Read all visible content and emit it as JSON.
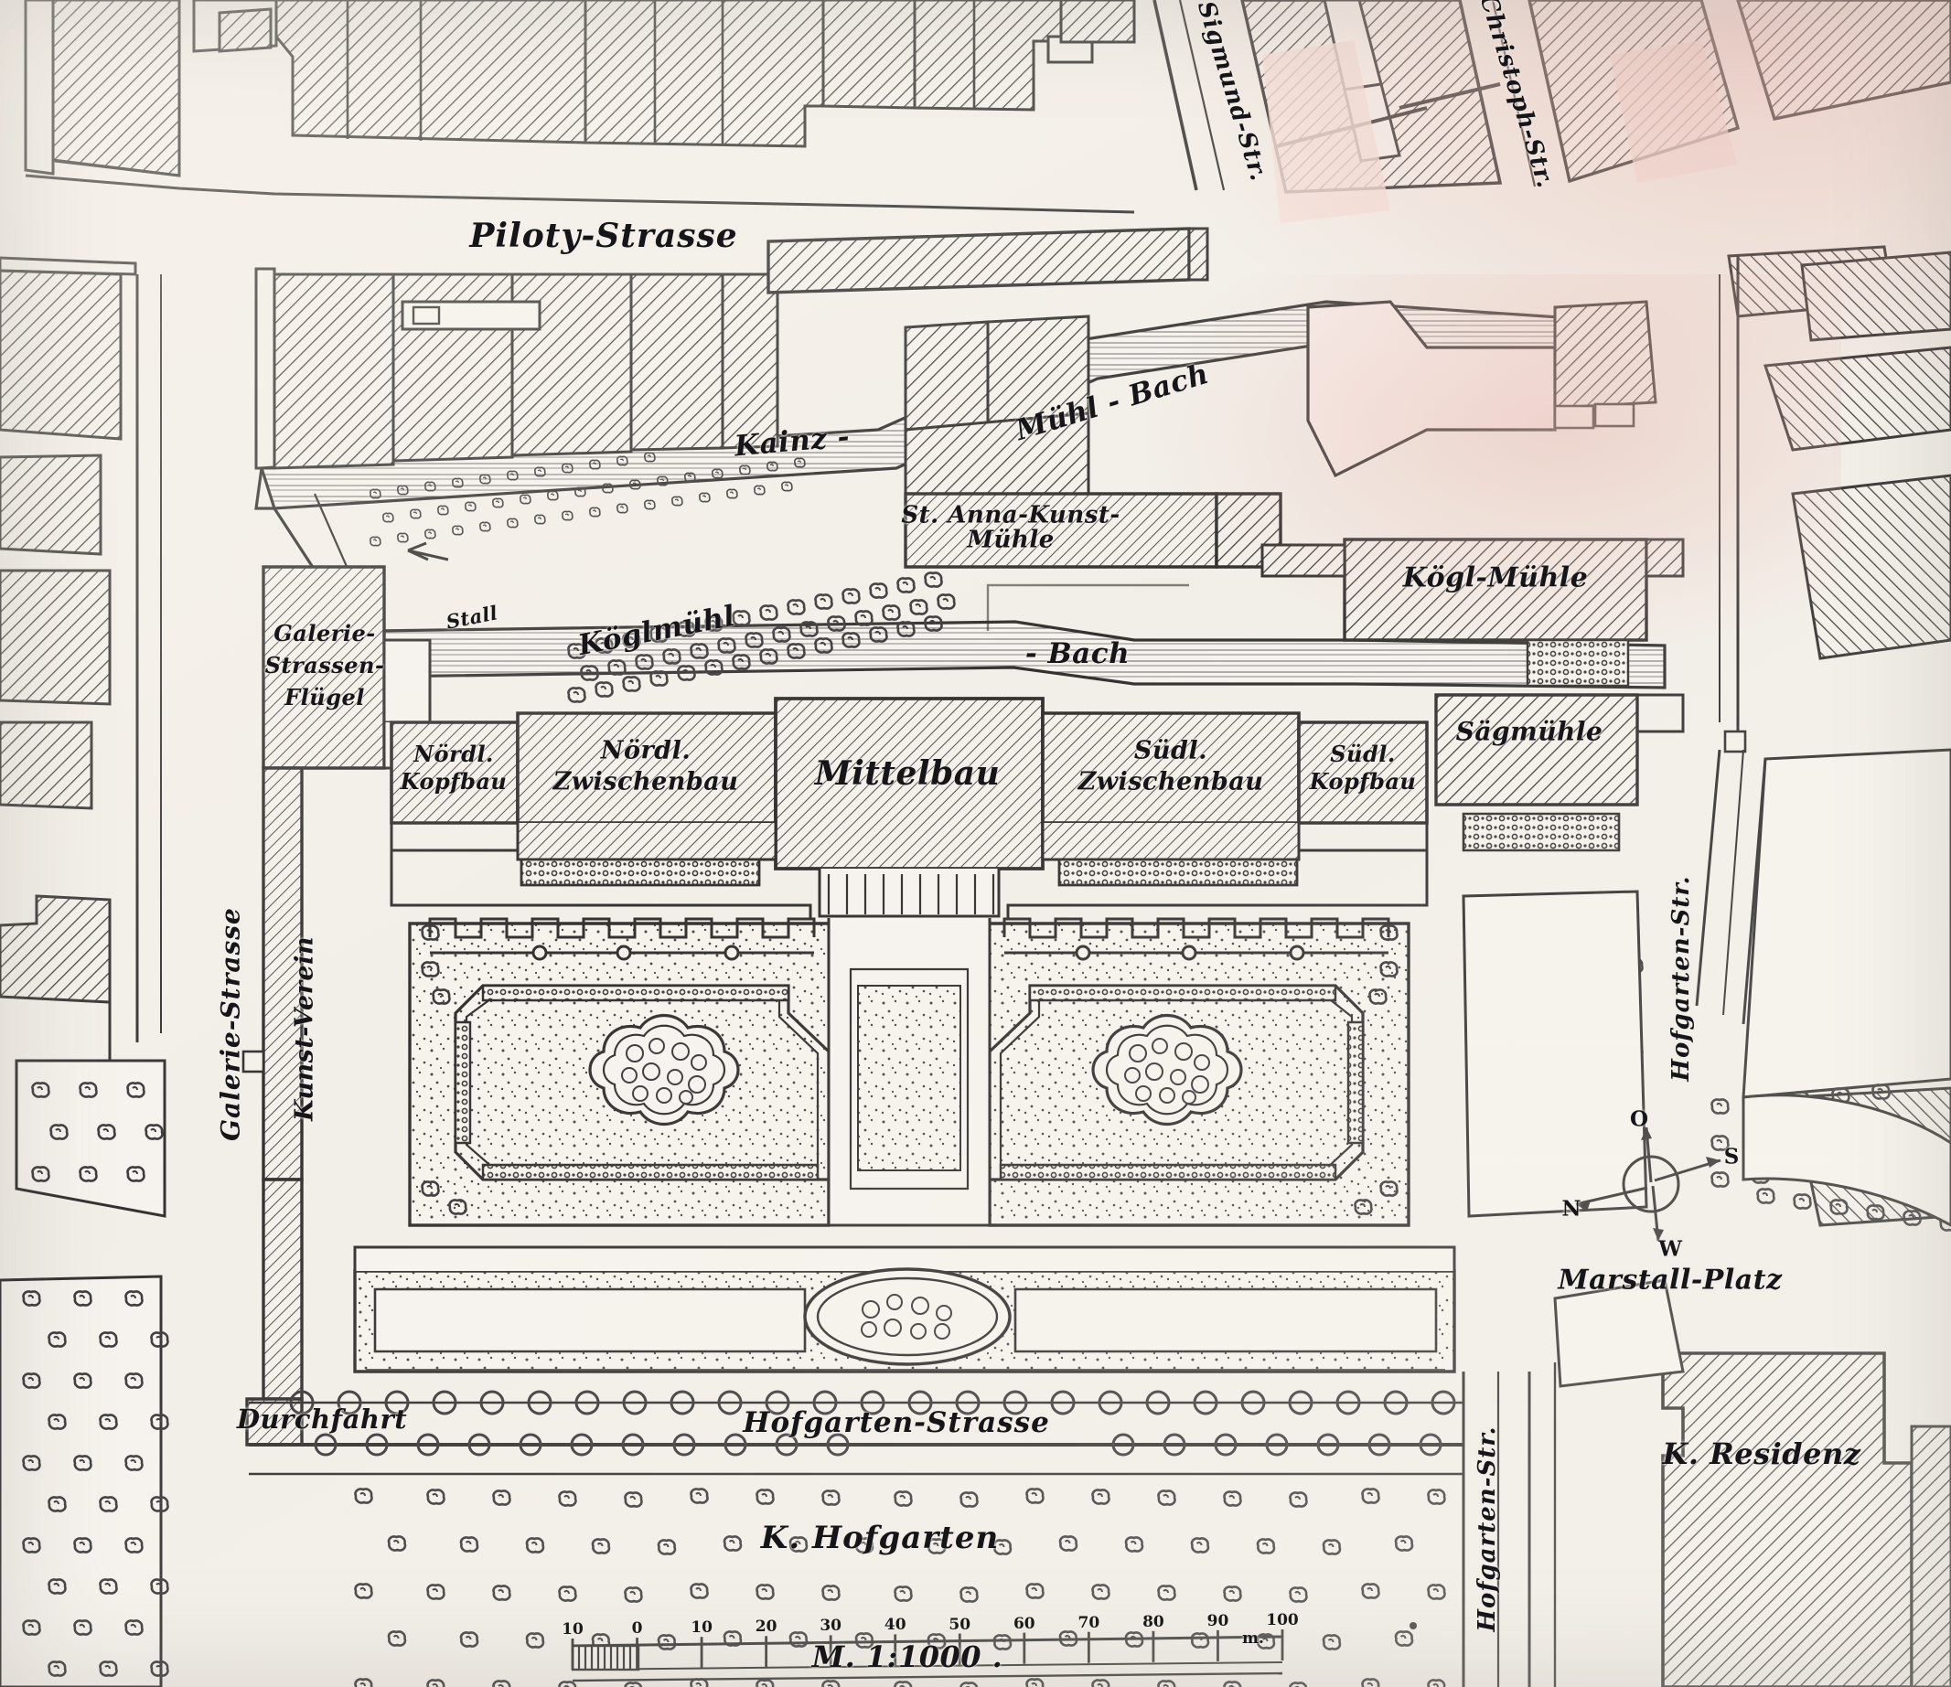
{
  "map": {
    "title_caption": "M. 1:1000 .",
    "scale_text": "M. 1:1000 .",
    "paper_color": "#f2efe9",
    "ink_color": "#16161a",
    "tint_color": "#e2aaa0"
  },
  "streets": [
    {
      "name": "street-piloty",
      "label": "Piloty-Strasse",
      "orientation": "horizontal"
    },
    {
      "name": "street-sigmund",
      "label": "Sigmund-Str.",
      "orientation": "diagonal"
    },
    {
      "name": "street-christoph",
      "label": "Christoph-Str.",
      "orientation": "diagonal"
    },
    {
      "name": "street-galerie",
      "label": "Galerie-Strasse",
      "orientation": "vertical"
    },
    {
      "name": "street-hofgarten-e",
      "label": "Hofgarten-Str.",
      "orientation": "vertical"
    },
    {
      "name": "street-hofgarten-se",
      "label": "Hofgarten-Str.",
      "orientation": "vertical"
    },
    {
      "name": "street-hofgarten-s",
      "label": "Hofgarten-Strasse",
      "orientation": "horizontal"
    }
  ],
  "waterways": [
    {
      "name": "stream-kainz-muehl",
      "label_a": "Kainz -",
      "label_b": "Mühl - Bach",
      "full": "Kainz-Mühl-Bach"
    },
    {
      "name": "stream-koeglmuehl",
      "label_a": "Köglmühl",
      "label_b": "- Bach",
      "full": "Köglmühl-Bach"
    }
  ],
  "buildings": [
    {
      "name": "building-galerie-fluegel",
      "label": "Galerie-Strassen-Flügel",
      "lines": [
        "Galerie-",
        "Strassen-",
        "Flügel"
      ]
    },
    {
      "name": "building-stall",
      "label": "Stall"
    },
    {
      "name": "building-st-anna-muehle",
      "label": "St. Anna-Kunst-Mühle",
      "lines": [
        "St. Anna-Kunst-",
        "Mühle"
      ]
    },
    {
      "name": "building-koegl-muehle",
      "label": "Kögl-Mühle"
    },
    {
      "name": "building-saegmuehle",
      "label": "Sägmühle"
    },
    {
      "name": "building-kunst-verein",
      "label": "Kunst-Verein"
    },
    {
      "name": "building-k-residenz",
      "label": "K. Residenz"
    }
  ],
  "wings": [
    {
      "name": "wing-noerdl-kopfbau",
      "lines": [
        "Nördl.",
        "Kopfbau"
      ],
      "label": "Nördl. Kopfbau"
    },
    {
      "name": "wing-noerdl-zwischenbau",
      "lines": [
        "Nördl.",
        "Zwischenbau"
      ],
      "label": "Nördl. Zwischenbau"
    },
    {
      "name": "wing-mittelbau",
      "lines": [
        "Mittelbau"
      ],
      "label": "Mittelbau"
    },
    {
      "name": "wing-suedl-zwischenbau",
      "lines": [
        "Südl.",
        "Zwischenbau"
      ],
      "label": "Südl. Zwischenbau"
    },
    {
      "name": "wing-suedl-kopfbau",
      "lines": [
        "Südl.",
        "Kopfbau"
      ],
      "label": "Südl. Kopfbau"
    }
  ],
  "places": [
    {
      "name": "place-marstall-platz",
      "label": "Marstall-Platz"
    },
    {
      "name": "place-k-hofgarten",
      "label": "K. Hofgarten"
    },
    {
      "name": "passage-durchfahrt",
      "label": "Durchfahrt"
    }
  ],
  "compass": {
    "name": "compass-rose",
    "up": "O",
    "right": "S",
    "down": "W",
    "left": "N"
  },
  "scalebar": {
    "name": "scale-bar",
    "caption": "M. 1:1000 .",
    "unit": "m.",
    "ticks": [
      "10",
      "0",
      "10",
      "20",
      "30",
      "40",
      "50",
      "60",
      "70",
      "80",
      "90",
      "100"
    ],
    "tick_values": [
      -10,
      0,
      10,
      20,
      30,
      40,
      50,
      60,
      70,
      80,
      90,
      100
    ],
    "subdivided_from": -10,
    "subdivided_to": 0,
    "subdivisions": 10
  }
}
